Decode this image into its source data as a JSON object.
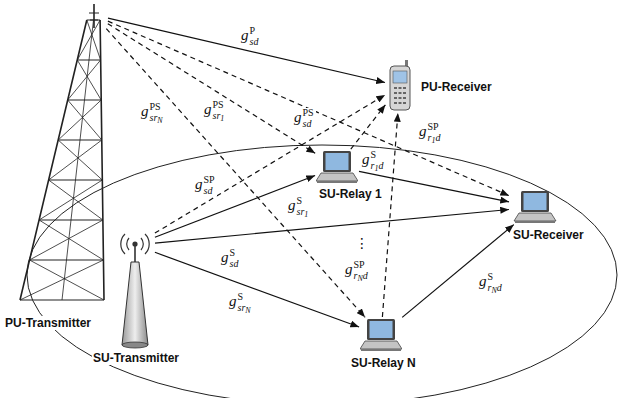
{
  "diagram": {
    "nodes": [
      {
        "text": [
          "PU-Transmitter"
        ]
      },
      {
        "text": [
          "PU-Receiver"
        ]
      },
      {
        "text": [
          "SU-Transmitter"
        ]
      },
      {
        "text": [
          "SU-Relay 1"
        ]
      },
      {
        "text": [
          "SU-Relay N"
        ]
      },
      {
        "text": [
          "SU-Receiver"
        ]
      }
    ],
    "edges": [
      {
        "from": 0,
        "to": 1,
        "arrow": "to",
        "label": "gPsd"
      },
      {
        "from": 0,
        "to": 4,
        "arrow": "to",
        "label": "gPSsrN"
      },
      {
        "from": 0,
        "to": 3,
        "arrow": "to",
        "label": "gPSsr1"
      },
      {
        "from": 0,
        "to": 5,
        "arrow": "to",
        "label": "gPSsd"
      },
      {
        "from": 2,
        "to": 1,
        "arrow": "to",
        "label": "gSPsd"
      },
      {
        "from": 2,
        "to": 3,
        "arrow": "to",
        "label": "gSsr1"
      },
      {
        "from": 2,
        "to": 5,
        "arrow": "to",
        "label": "gSsd"
      },
      {
        "from": 2,
        "to": 4,
        "arrow": "to",
        "label": "gSsrN"
      },
      {
        "from": 3,
        "to": 5,
        "arrow": "to",
        "label": "gSr1d"
      },
      {
        "from": 3,
        "to": 1,
        "arrow": "to",
        "label": "gSPr1d"
      },
      {
        "from": 4,
        "to": 1,
        "arrow": "to",
        "label": "gSPrNd"
      },
      {
        "from": 4,
        "to": 5,
        "arrow": "to",
        "label": "gSrNd"
      }
    ],
    "labels": [
      "⋮"
    ]
  }
}
